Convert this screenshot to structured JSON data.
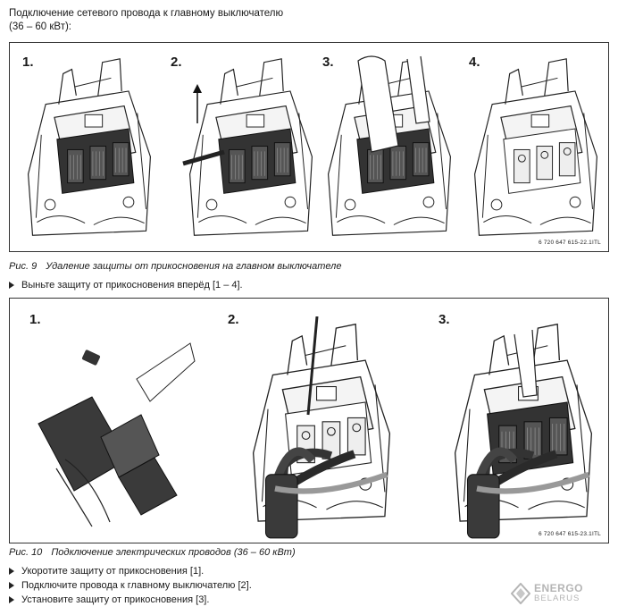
{
  "heading": {
    "line1": "Подключение сетевого провода к главному выключателю",
    "line2": "(36 – 60 кВт):"
  },
  "figure9": {
    "steps": [
      "1.",
      "2.",
      "3.",
      "4."
    ],
    "code": "6 720 647 615-22.1ITL",
    "caption_num": "Рис. 9",
    "caption_text": "Удаление защиты от прикосновения на главном выключателе"
  },
  "instruction9": "Выньте защиту от прикосновения вперёд [1 – 4].",
  "figure10": {
    "steps": [
      "1.",
      "2.",
      "3."
    ],
    "code": "6 720 647 615-23.1ITL",
    "caption_num": "Рис. 10",
    "caption_text": "Подключение электрических проводов (36 – 60 кВт)"
  },
  "instructions10": [
    "Укоротите защиту от прикосновения [1].",
    "Подключите провода к главному выключателю [2].",
    "Установите защиту от прикосновения [3]."
  ],
  "logo": {
    "line1": "ENERGO",
    "line2": "BELARUS"
  }
}
